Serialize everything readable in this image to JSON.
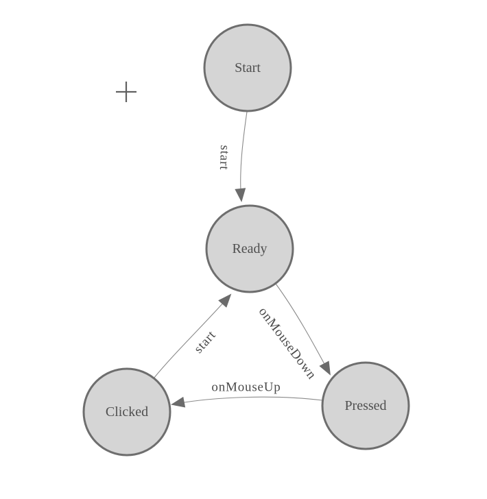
{
  "diagram": {
    "nodes": [
      {
        "id": "start",
        "label": "Start"
      },
      {
        "id": "ready",
        "label": "Ready"
      },
      {
        "id": "clicked",
        "label": "Clicked"
      },
      {
        "id": "pressed",
        "label": "Pressed"
      }
    ],
    "edges": [
      {
        "from": "Start",
        "to": "Ready",
        "label": "start"
      },
      {
        "from": "Clicked",
        "to": "Ready",
        "label": "start"
      },
      {
        "from": "Ready",
        "to": "Pressed",
        "label": "onMouseDown"
      },
      {
        "from": "Pressed",
        "to": "Clicked",
        "label": "onMouseUp"
      }
    ]
  },
  "icons": {
    "plus": "+"
  },
  "colors": {
    "background": "#ffffff",
    "node_fill": "#d5d5d5",
    "node_stroke": "#6e6e6e",
    "node_text": "#4f4f4f",
    "edge_line": "#8a8a8a",
    "edge_text": "#4a4a4a",
    "arrowhead": "#6b6b6b",
    "plus_icon": "#606060"
  }
}
